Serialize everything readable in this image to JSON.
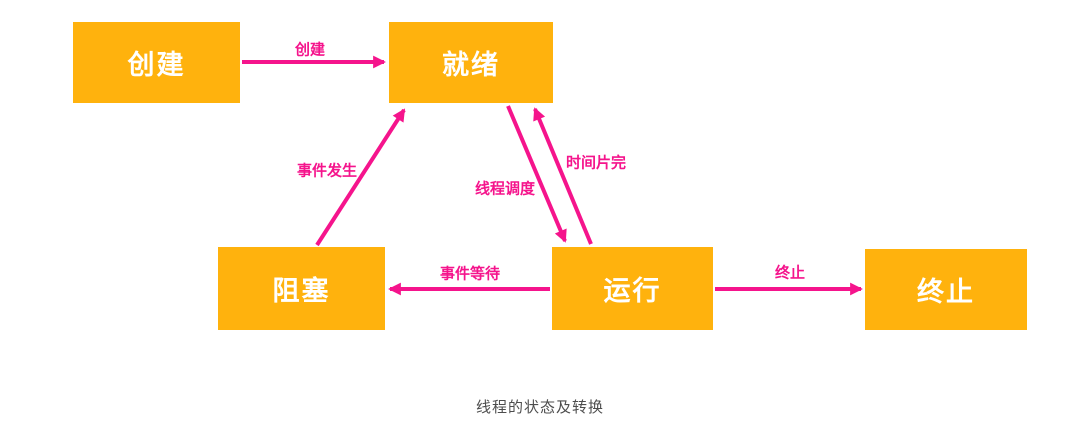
{
  "diagram": {
    "caption": "线程的状态及转换",
    "colors": {
      "node_fill": "#FFB20D",
      "node_text": "#FFFFFF",
      "arrow_color": "#F5148C",
      "caption_color": "#4D4D4D",
      "bg_color": "#FFFFFF"
    },
    "nodes": {
      "create": {
        "label": "创建"
      },
      "ready": {
        "label": "就绪"
      },
      "blocked": {
        "label": "阻塞"
      },
      "running": {
        "label": "运行"
      },
      "terminated": {
        "label": "终止"
      }
    },
    "edges": {
      "create_to_ready": {
        "label": "创建",
        "from": "create",
        "to": "ready"
      },
      "blocked_to_ready": {
        "label": "事件发生",
        "from": "blocked",
        "to": "ready"
      },
      "ready_to_running": {
        "label": "线程调度",
        "from": "ready",
        "to": "running"
      },
      "running_to_ready": {
        "label": "时间片完",
        "from": "running",
        "to": "ready"
      },
      "running_to_blocked": {
        "label": "事件等待",
        "from": "running",
        "to": "blocked"
      },
      "running_to_terminated": {
        "label": "终止",
        "from": "running",
        "to": "terminated"
      }
    }
  }
}
